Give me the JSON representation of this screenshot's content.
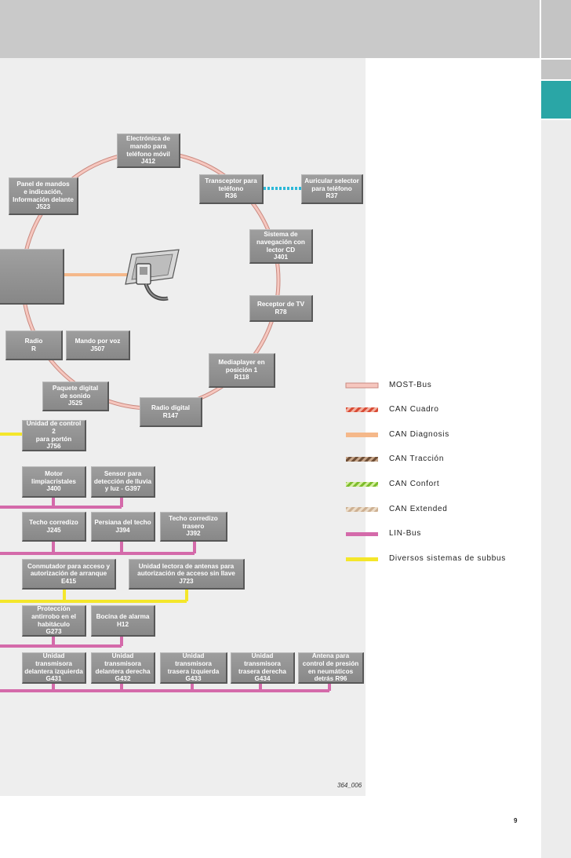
{
  "boxes": {
    "j412": "Electrónica de\nmando para\nteléfono móvil\nJ412",
    "r36": "Transceptor para\nteléfono\nR36",
    "r37": "Auricular selector\npara teléfono\nR37",
    "j523": "Panel de mandos\ne indicación,\nInformación delante\nJ523",
    "j401": "Sistema de\nnavegación con\nlector CD\nJ401",
    "r78": "Receptor de TV\nR78",
    "radio": "Radio\nR",
    "j507": "Mando por voz\nJ507",
    "r118": "Mediaplayer en\nposición 1\nR118",
    "j525": "Paquete digital\nde sonido\nJ525",
    "r147": "Radio digital\nR147",
    "j756": "Unidad de control 2\npara portón\nJ756",
    "j400": "Motor\nlimpiacristales\nJ400",
    "g397": "Sensor para\ndetección de lluvia\ny luz - G397",
    "j245": "Techo corredizo\nJ245",
    "j394": "Persiana del techo\nJ394",
    "j392": "Techo corredizo\ntrasero\nJ392",
    "e415": "Conmutador para acceso y\nautorización de arranque\nE415",
    "j723": "Unidad lectora de antenas para\nautorización de acceso sin llave\nJ723",
    "g273": "Protección\nantirrobo en el\nhabitáculo\nG273",
    "h12": "Bocina de alarma\nH12",
    "g431": "Unidad\ntransmisora\ndelantera izquierda\nG431",
    "g432": "Unidad\ntransmisora\ndelantera derecha\nG432",
    "g433": "Unidad\ntransmisora\ntrasera izquierda\nG433",
    "g434": "Unidad\ntransmisora\ntrasera derecha\nG434",
    "r96": "Antena para\ncontrol de presión\nen neumáticos\ndetrás R96"
  },
  "legend": [
    {
      "label": "MOST-Bus",
      "color": "#f2b9b0",
      "pattern": "solid"
    },
    {
      "label": "CAN Cuadro",
      "color": "#e0705c",
      "pattern": "striped"
    },
    {
      "label": "CAN Diagnosis",
      "color": "#f5b88a",
      "pattern": "solid"
    },
    {
      "label": "CAN Tracción",
      "color": "#8a6a50",
      "pattern": "striped"
    },
    {
      "label": "CAN Confort",
      "color": "#9ccc50",
      "pattern": "striped"
    },
    {
      "label": "CAN Extended",
      "color": "#dcc2a6",
      "pattern": "striped"
    },
    {
      "label": "LIN-Bus",
      "color": "#d46aaa",
      "pattern": "solid"
    },
    {
      "label": "Diversos sistemas de subbus",
      "color": "#f4e62a",
      "pattern": "solid"
    }
  ],
  "figure_id": "364_006",
  "page_number": "9",
  "colors": {
    "most": "#f2b9b0",
    "diagnosis": "#f5b88a",
    "lin": "#d46aaa",
    "subbus": "#f4e62a",
    "phone_link": "#2bb8d8",
    "accent_tab": "#2aa6a6"
  },
  "icons": {
    "diagnosis_connector": "diagnosis-connector-icon"
  }
}
